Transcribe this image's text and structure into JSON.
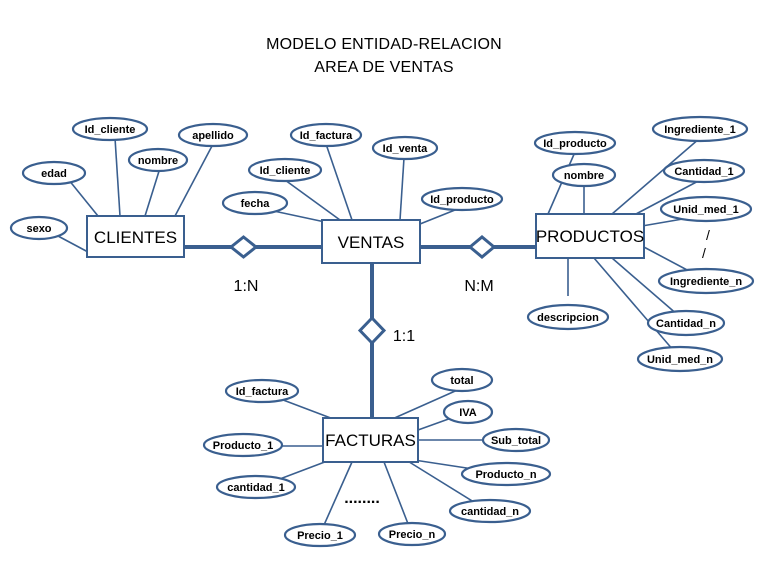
{
  "title": {
    "line1": "MODELO ENTIDAD-RELACION",
    "line2": "AREA DE VENTAS"
  },
  "entities": {
    "clientes": "CLIENTES",
    "ventas": "VENTAS",
    "productos": "PRODUCTOS",
    "facturas": "FACTURAS"
  },
  "attributes": {
    "clientes": [
      "Id_cliente",
      "apellido",
      "nombre",
      "edad",
      "sexo"
    ],
    "ventas": [
      "Id_factura",
      "Id_venta",
      "Id_cliente",
      "fecha",
      "Id_producto"
    ],
    "productos": [
      "Id_producto",
      "nombre",
      "descripcion",
      "Ingrediente_1",
      "Cantidad_1",
      "Unid_med_1",
      "Ingrediente_n",
      "Cantidad_n",
      "Unid_med_n"
    ],
    "facturas": [
      "Id_factura",
      "total",
      "IVA",
      "Sub_total",
      "Producto_1",
      "cantidad_1",
      "Producto_n",
      "cantidad_n",
      "Precio_1",
      "Precio_n"
    ]
  },
  "cardinalities": {
    "clientes_ventas": "1:N",
    "ventas_productos": "N:M",
    "ventas_facturas": "1:1"
  },
  "annotations": {
    "ellipsis_dots": "........",
    "slash1": "/",
    "slash2": "/"
  },
  "colors": {
    "stroke": "#3a5f8f",
    "text": "#000000",
    "background": "#ffffff"
  }
}
